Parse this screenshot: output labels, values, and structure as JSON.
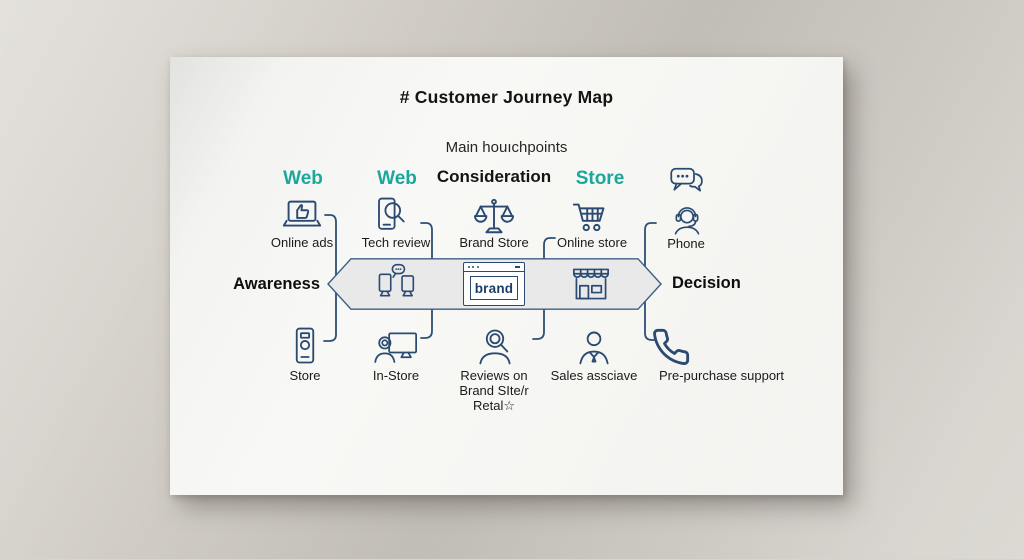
{
  "title": "# Customer Journey Map",
  "subtitle": "Main houıchpoints",
  "colors": {
    "accent_teal": "#1ba79b",
    "icon_navy": "#2a4a72",
    "band_fill": "#e9e9ea",
    "band_border": "#3d5d84",
    "card_bg": "#f6f6f4",
    "background": "#cfcbc4"
  },
  "journey_band": {
    "left_label": "Awareness",
    "right_label": "Decision",
    "brand_text": "brand"
  },
  "columns": [
    {
      "header": "Web",
      "top_label": "Online ads",
      "bottom_label": "Store"
    },
    {
      "header": "Web",
      "top_label": "Tech review",
      "bottom_label": "In-Store"
    },
    {
      "header": "Consideration",
      "top_label": "Brand Store",
      "bottom_label_lines": [
        "Reviews on",
        "Brand SIte/r",
        "Retal☆"
      ]
    },
    {
      "header": "Store",
      "top_label": "Online store",
      "bottom_label": "Sales assciave"
    },
    {
      "header": "",
      "top_label": "Phone",
      "bottom_label": "Pre-purchase support"
    }
  ],
  "icons": {
    "top_row": [
      "laptop-thumbs-up-icon",
      "phone-search-icon",
      "balance-scales-icon",
      "shopping-cart-icon",
      "headset-agent-icon"
    ],
    "column5_extra": "chat-bubbles-icon",
    "band_icons": [
      "kiosk-displays-chat-icon",
      "browser-brand-icon",
      "storefront-icon"
    ],
    "bottom_row": [
      "kiosk-phone-icon",
      "person-monitor-icon",
      "person-magnifier-icon",
      "sales-person-icon",
      "phone-handset-icon"
    ]
  }
}
